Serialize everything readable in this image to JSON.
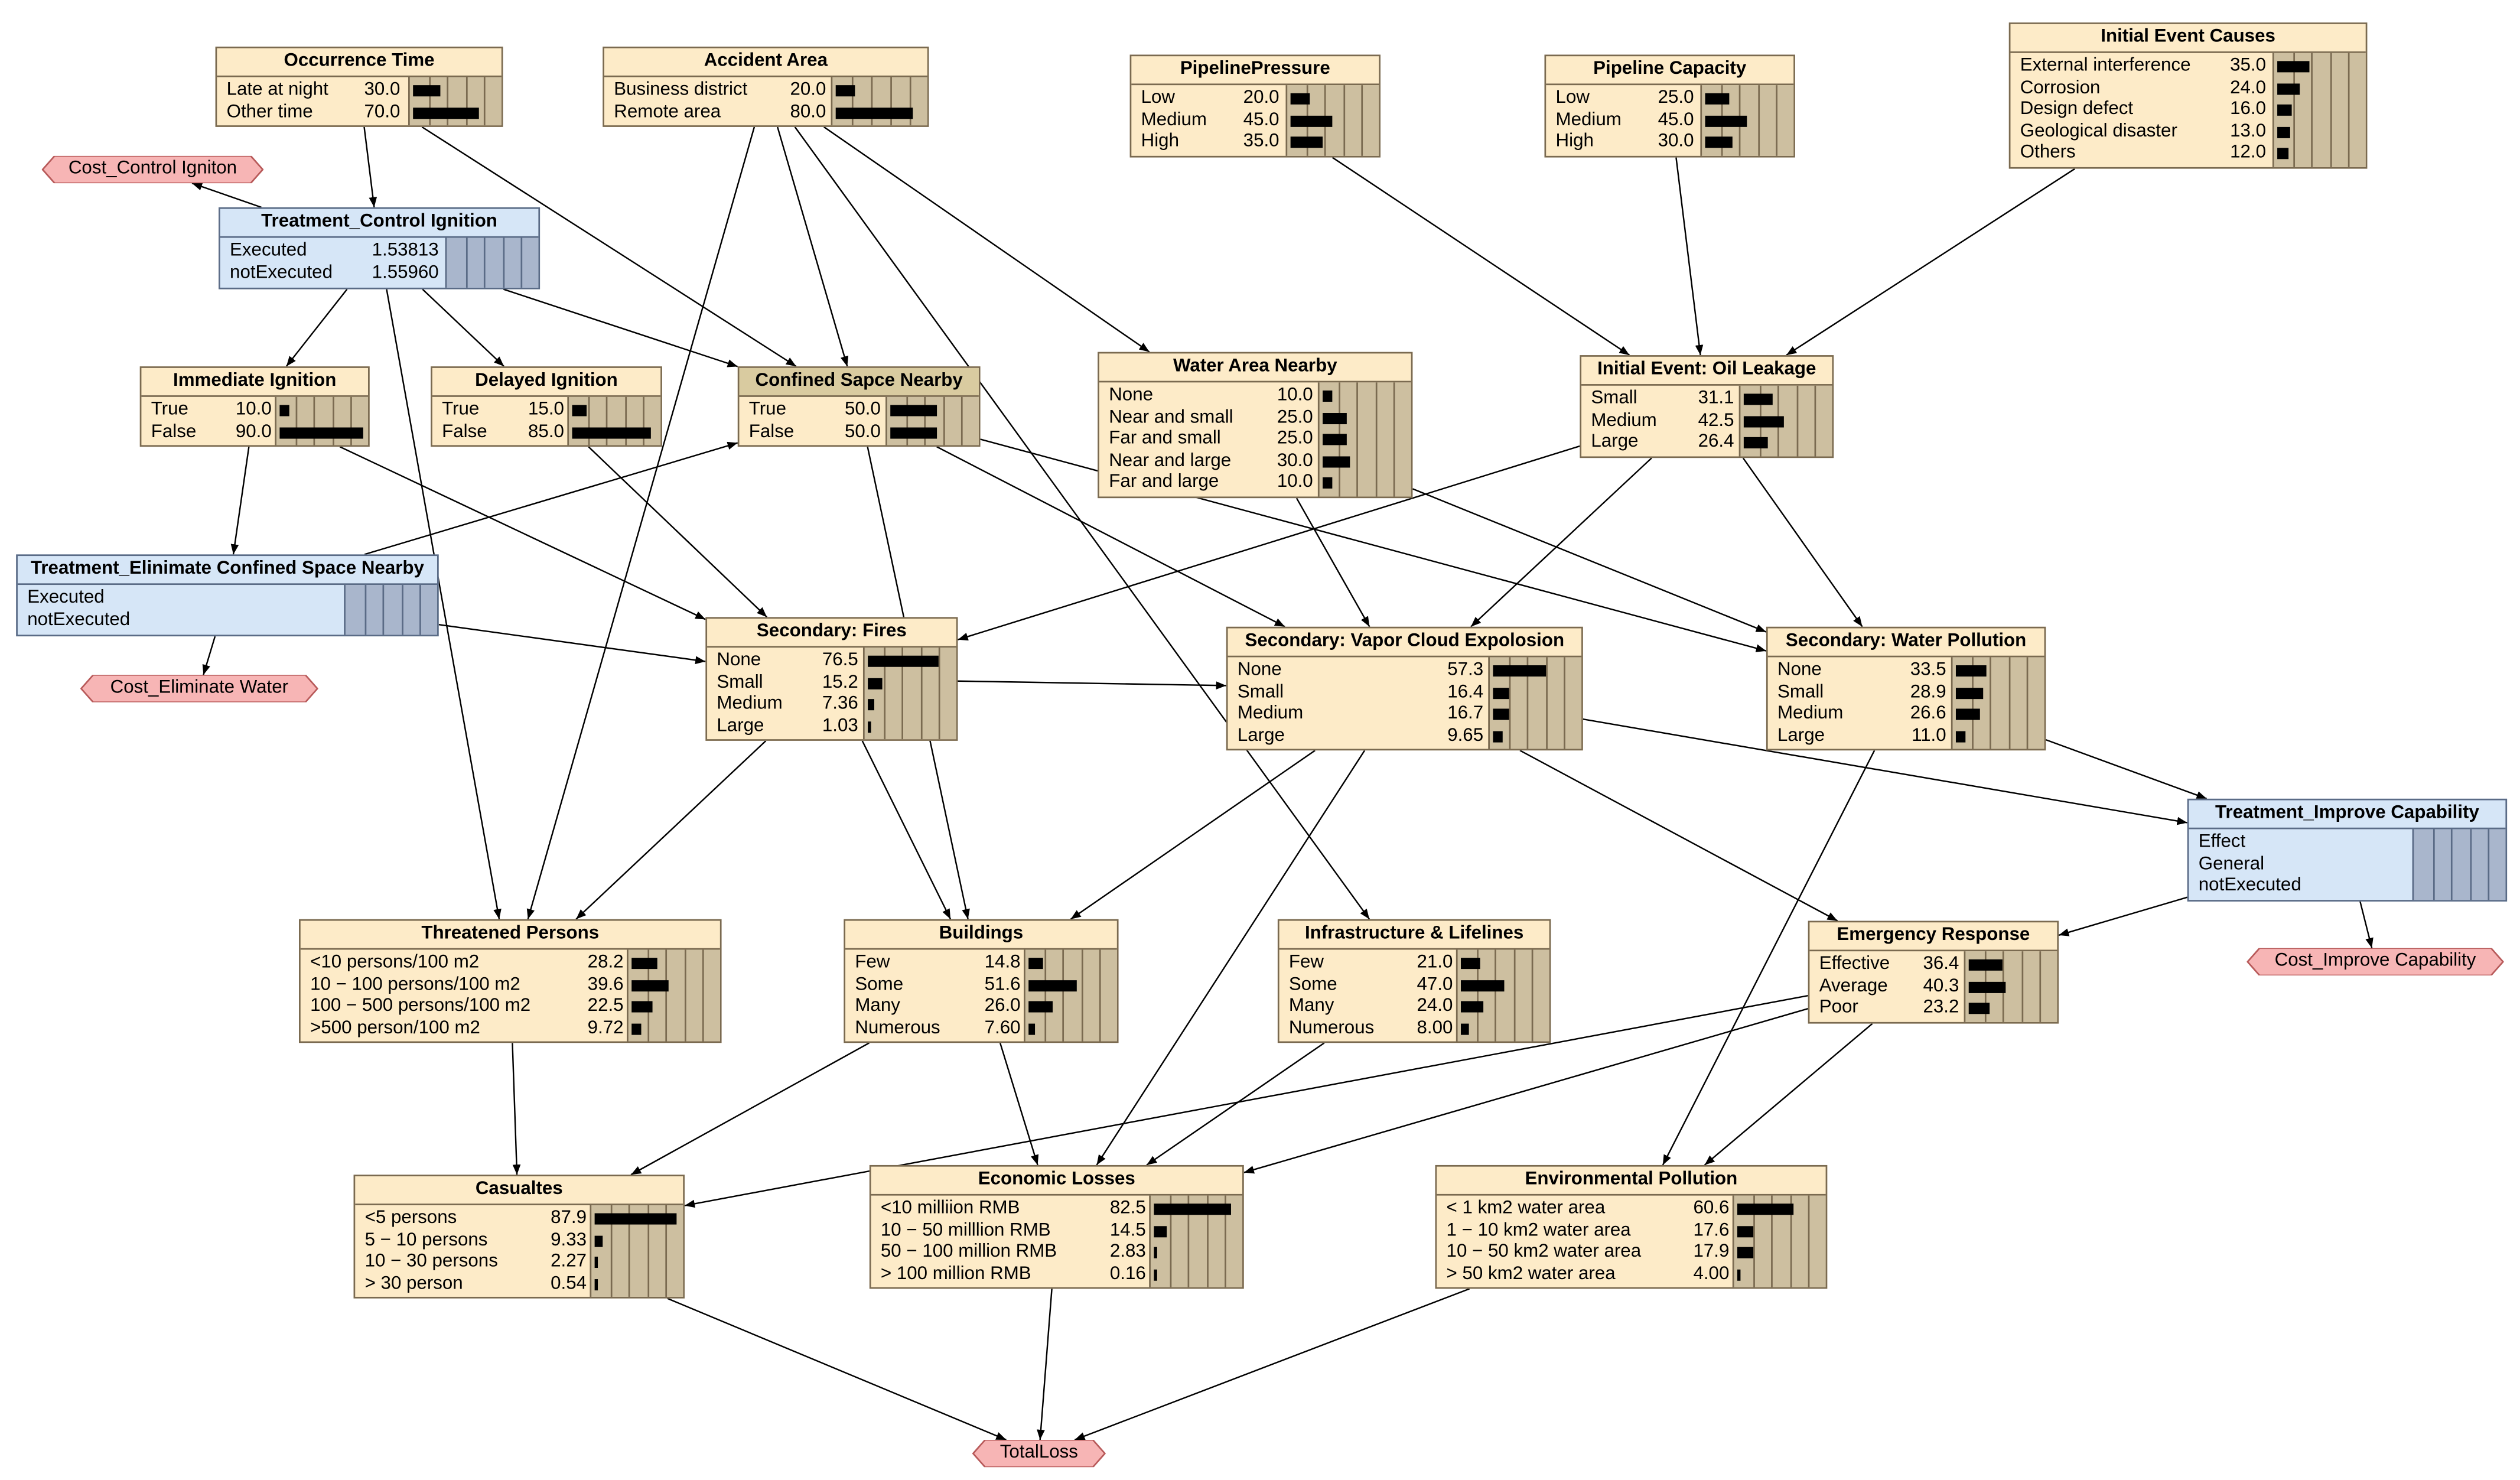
{
  "utility_nodes": [
    {
      "id": "cost_control",
      "label": "Cost_Control Igniton"
    },
    {
      "id": "cost_water",
      "label": "Cost_Eliminate Water"
    },
    {
      "id": "cost_capability",
      "label": "Cost_Improve Capability"
    },
    {
      "id": "total_loss",
      "label": "TotalLoss"
    }
  ],
  "nodes": [
    {
      "id": "occurrence",
      "title": "Occurrence Time",
      "states": [
        {
          "label": "Late at night",
          "value": "30.0",
          "pct": 30
        },
        {
          "label": "Other time",
          "value": "70.0",
          "pct": 70
        }
      ]
    },
    {
      "id": "accident",
      "title": "Accident Area",
      "states": [
        {
          "label": "Business district",
          "value": "20.0",
          "pct": 20
        },
        {
          "label": "Remote area",
          "value": "80.0",
          "pct": 80
        }
      ]
    },
    {
      "id": "pipelinepressure",
      "title": "PipelinePressure",
      "states": [
        {
          "label": "Low",
          "value": "20.0",
          "pct": 20
        },
        {
          "label": "Medium",
          "value": "45.0",
          "pct": 45
        },
        {
          "label": "High",
          "value": "35.0",
          "pct": 35
        }
      ]
    },
    {
      "id": "pipelinecapacity",
      "title": "Pipeline Capacity",
      "states": [
        {
          "label": "Low",
          "value": "25.0",
          "pct": 25
        },
        {
          "label": "Medium",
          "value": "45.0",
          "pct": 45
        },
        {
          "label": "High",
          "value": "30.0",
          "pct": 30
        }
      ]
    },
    {
      "id": "causes",
      "title": "Initial Event Causes",
      "states": [
        {
          "label": "External interference",
          "value": "35.0",
          "pct": 35
        },
        {
          "label": "Corrosion",
          "value": "24.0",
          "pct": 24
        },
        {
          "label": "Design defect",
          "value": "16.0",
          "pct": 16
        },
        {
          "label": "Geological disaster",
          "value": "13.0",
          "pct": 13
        },
        {
          "label": "Others",
          "value": "12.0",
          "pct": 12
        }
      ]
    },
    {
      "id": "treat_ignition",
      "title": "Treatment_Control Ignition",
      "decision": true,
      "states": [
        {
          "label": "Executed",
          "value": "1.53813",
          "pct": 0
        },
        {
          "label": "notExecuted",
          "value": "1.55960",
          "pct": 0
        }
      ]
    },
    {
      "id": "immediate",
      "title": "Immediate Ignition",
      "states": [
        {
          "label": "True",
          "value": "10.0",
          "pct": 10
        },
        {
          "label": "False",
          "value": "90.0",
          "pct": 90
        }
      ]
    },
    {
      "id": "delayed",
      "title": "Delayed Ignition",
      "states": [
        {
          "label": "True",
          "value": "15.0",
          "pct": 15
        },
        {
          "label": "False",
          "value": "85.0",
          "pct": 85
        }
      ]
    },
    {
      "id": "confined",
      "title": "Confined Sapce Nearby",
      "selected": true,
      "states": [
        {
          "label": "True",
          "value": "50.0",
          "pct": 50
        },
        {
          "label": "False",
          "value": "50.0",
          "pct": 50
        }
      ]
    },
    {
      "id": "water_area",
      "title": "Water Area Nearby",
      "states": [
        {
          "label": "None",
          "value": "10.0",
          "pct": 10
        },
        {
          "label": "Near and small",
          "value": "25.0",
          "pct": 25
        },
        {
          "label": "Far and small",
          "value": "25.0",
          "pct": 25
        },
        {
          "label": "Near and large",
          "value": "30.0",
          "pct": 30
        },
        {
          "label": "Far and large",
          "value": "10.0",
          "pct": 10
        }
      ]
    },
    {
      "id": "oil_leak",
      "title": "Initial Event: Oil Leakage",
      "states": [
        {
          "label": "Small",
          "value": "31.1",
          "pct": 31.1
        },
        {
          "label": "Medium",
          "value": "42.5",
          "pct": 42.5
        },
        {
          "label": "Large",
          "value": "26.4",
          "pct": 26.4
        }
      ]
    },
    {
      "id": "treat_confined",
      "title": "Treatment_Elinimate Confined Space Nearby",
      "decision": true,
      "states": [
        {
          "label": "Executed",
          "value": "",
          "pct": 0
        },
        {
          "label": "notExecuted",
          "value": "",
          "pct": 0
        }
      ]
    },
    {
      "id": "fires",
      "title": "Secondary: Fires",
      "states": [
        {
          "label": "None",
          "value": "76.5",
          "pct": 76.5
        },
        {
          "label": "Small",
          "value": "15.2",
          "pct": 15.2
        },
        {
          "label": "Medium",
          "value": "7.36",
          "pct": 7.36
        },
        {
          "label": "Large",
          "value": "1.03",
          "pct": 1.03
        }
      ]
    },
    {
      "id": "vce",
      "title": "Secondary: Vapor Cloud Expolosion",
      "states": [
        {
          "label": "None",
          "value": "57.3",
          "pct": 57.3
        },
        {
          "label": "Small",
          "value": "16.4",
          "pct": 16.4
        },
        {
          "label": "Medium",
          "value": "16.7",
          "pct": 16.7
        },
        {
          "label": "Large",
          "value": "9.65",
          "pct": 9.65
        }
      ]
    },
    {
      "id": "water_poll",
      "title": "Secondary: Water Pollution",
      "states": [
        {
          "label": "None",
          "value": "33.5",
          "pct": 33.5
        },
        {
          "label": "Small",
          "value": "28.9",
          "pct": 28.9
        },
        {
          "label": "Medium",
          "value": "26.6",
          "pct": 26.6
        },
        {
          "label": "Large",
          "value": "11.0",
          "pct": 11.0
        }
      ]
    },
    {
      "id": "treat_capability",
      "title": "Treatment_Improve Capability",
      "decision": true,
      "states": [
        {
          "label": "Effect",
          "value": "",
          "pct": 0
        },
        {
          "label": "General",
          "value": "",
          "pct": 0
        },
        {
          "label": "notExecuted",
          "value": "",
          "pct": 0
        }
      ]
    },
    {
      "id": "threatened",
      "title": "Threatened Persons",
      "states": [
        {
          "label": "<10 persons/100 m2",
          "value": "28.2",
          "pct": 28.2
        },
        {
          "label": "10 − 100 persons/100 m2",
          "value": "39.6",
          "pct": 39.6
        },
        {
          "label": "100 − 500 persons/100 m2",
          "value": "22.5",
          "pct": 22.5
        },
        {
          "label": ">500 person/100 m2",
          "value": "9.72",
          "pct": 9.72
        }
      ]
    },
    {
      "id": "buildings",
      "title": "Buildings",
      "states": [
        {
          "label": "Few",
          "value": "14.8",
          "pct": 14.8
        },
        {
          "label": "Some",
          "value": "51.6",
          "pct": 51.6
        },
        {
          "label": "Many",
          "value": "26.0",
          "pct": 26.0
        },
        {
          "label": "Numerous",
          "value": "7.60",
          "pct": 7.6
        }
      ]
    },
    {
      "id": "infra",
      "title": "Infrastructure & Lifelines",
      "states": [
        {
          "label": "Few",
          "value": "21.0",
          "pct": 21.0
        },
        {
          "label": "Some",
          "value": "47.0",
          "pct": 47.0
        },
        {
          "label": "Many",
          "value": "24.0",
          "pct": 24.0
        },
        {
          "label": "Numerous",
          "value": "8.00",
          "pct": 8.0
        }
      ]
    },
    {
      "id": "emergency",
      "title": "Emergency Response",
      "states": [
        {
          "label": "Effective",
          "value": "36.4",
          "pct": 36.4
        },
        {
          "label": "Average",
          "value": "40.3",
          "pct": 40.3
        },
        {
          "label": "Poor",
          "value": "23.2",
          "pct": 23.2
        }
      ]
    },
    {
      "id": "casualties",
      "title": "Casualtes",
      "states": [
        {
          "label": "<5 persons",
          "value": "87.9",
          "pct": 87.9
        },
        {
          "label": "5 − 10 persons",
          "value": "9.33",
          "pct": 9.33
        },
        {
          "label": "10 − 30 persons",
          "value": "2.27",
          "pct": 2.27
        },
        {
          "label": "> 30 person",
          "value": "0.54",
          "pct": 0.54
        }
      ]
    },
    {
      "id": "econ",
      "title": "Economic Losses",
      "states": [
        {
          "label": "<10 milliion RMB",
          "value": "82.5",
          "pct": 82.5
        },
        {
          "label": "10 − 50 milllion RMB",
          "value": "14.5",
          "pct": 14.5
        },
        {
          "label": "50 − 100 million RMB",
          "value": "2.83",
          "pct": 2.83
        },
        {
          "label": "> 100 million RMB",
          "value": "0.16",
          "pct": 0.16
        }
      ]
    },
    {
      "id": "env",
      "title": "Environmental Pollution",
      "states": [
        {
          "label": "< 1 km2 water area",
          "value": "60.6",
          "pct": 60.6
        },
        {
          "label": "1 − 10 km2 water area",
          "value": "17.6",
          "pct": 17.6
        },
        {
          "label": "10 − 50 km2 water area",
          "value": "17.9",
          "pct": 17.9
        },
        {
          "label": "> 50 km2 water area",
          "value": "4.00",
          "pct": 4.0
        }
      ]
    }
  ],
  "edges": [
    [
      "treat_ignition",
      "cost_control"
    ],
    [
      "treat_confined",
      "cost_water"
    ],
    [
      "treat_capability",
      "cost_capability"
    ],
    [
      "casualties",
      "total_loss"
    ],
    [
      "econ",
      "total_loss"
    ],
    [
      "env",
      "total_loss"
    ],
    [
      "occurrence",
      "treat_ignition"
    ],
    [
      "occurrence",
      "confined"
    ],
    [
      "accident",
      "confined"
    ],
    [
      "accident",
      "threatened"
    ],
    [
      "accident",
      "water_area"
    ],
    [
      "accident",
      "infra"
    ],
    [
      "treat_ignition",
      "immediate"
    ],
    [
      "treat_ignition",
      "delayed"
    ],
    [
      "treat_ignition",
      "threatened"
    ],
    [
      "treat_ignition",
      "confined"
    ],
    [
      "pipelinepressure",
      "oil_leak"
    ],
    [
      "pipelinecapacity",
      "oil_leak"
    ],
    [
      "causes",
      "oil_leak"
    ],
    [
      "immediate",
      "treat_confined"
    ],
    [
      "immediate",
      "fires"
    ],
    [
      "delayed",
      "fires"
    ],
    [
      "treat_confined",
      "confined"
    ],
    [
      "treat_confined",
      "fires"
    ],
    [
      "confined",
      "buildings"
    ],
    [
      "confined",
      "vce"
    ],
    [
      "confined",
      "water_poll"
    ],
    [
      "water_area",
      "vce"
    ],
    [
      "water_area",
      "water_poll"
    ],
    [
      "oil_leak",
      "fires"
    ],
    [
      "oil_leak",
      "vce"
    ],
    [
      "oil_leak",
      "water_poll"
    ],
    [
      "fires",
      "threatened"
    ],
    [
      "fires",
      "buildings"
    ],
    [
      "fires",
      "vce"
    ],
    [
      "vce",
      "buildings"
    ],
    [
      "vce",
      "econ"
    ],
    [
      "vce",
      "emergency"
    ],
    [
      "vce",
      "treat_capability"
    ],
    [
      "water_poll",
      "treat_capability"
    ],
    [
      "water_poll",
      "env"
    ],
    [
      "treat_capability",
      "emergency"
    ],
    [
      "threatened",
      "casualties"
    ],
    [
      "buildings",
      "casualties"
    ],
    [
      "buildings",
      "econ"
    ],
    [
      "infra",
      "econ"
    ],
    [
      "emergency",
      "casualties"
    ],
    [
      "emergency",
      "econ"
    ],
    [
      "emergency",
      "env"
    ]
  ],
  "colors": {
    "chance_fill": "#fdebc8",
    "chance_panel": "#cdbfa0",
    "decision_fill": "#d6e6f7",
    "decision_panel": "#a9b6cc",
    "utility_fill": "#f7b5b5",
    "utility_border": "#b85a5a"
  }
}
